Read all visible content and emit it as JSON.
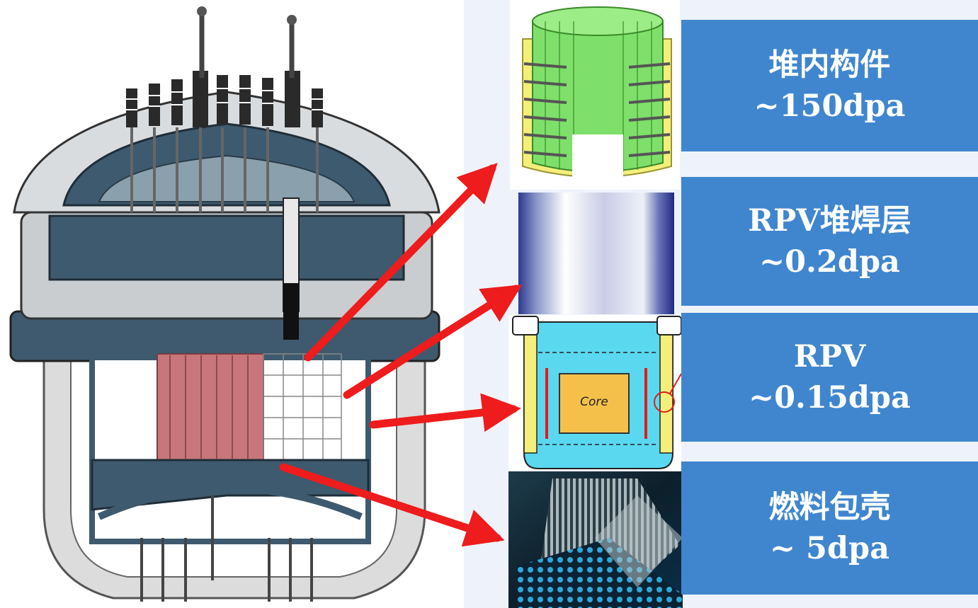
{
  "labels": [
    {
      "name": "堆内构件",
      "dose": "~150dpa"
    },
    {
      "name": "RPV堆焊层",
      "dose": "~0.2dpa"
    },
    {
      "name": "RPV",
      "dose": "~0.15dpa"
    },
    {
      "name": "燃料包壳",
      "dose": "~ 5dpa"
    }
  ],
  "core_label": "Core",
  "colors": {
    "label_box": "#3f86cf",
    "label_text": "#ffffff",
    "arrow": "#ee1c1c",
    "background": "#eef3fb",
    "internals_green": "#7ee06a",
    "internals_yellow": "#f3ef7a",
    "rpv_cyan": "#5ad8f0",
    "core_orange": "#f5c04a",
    "fuel_red": "#c9767a"
  }
}
